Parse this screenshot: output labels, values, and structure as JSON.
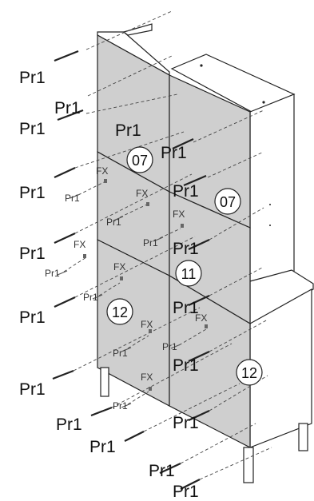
{
  "labels": {
    "screw_large": "Pr1",
    "screw_small": "Pr1",
    "fixing": "FX"
  },
  "panels": {
    "upper_left": "07",
    "upper_right": "07",
    "middle": "11",
    "lower_left": "12",
    "lower_right": "12"
  }
}
